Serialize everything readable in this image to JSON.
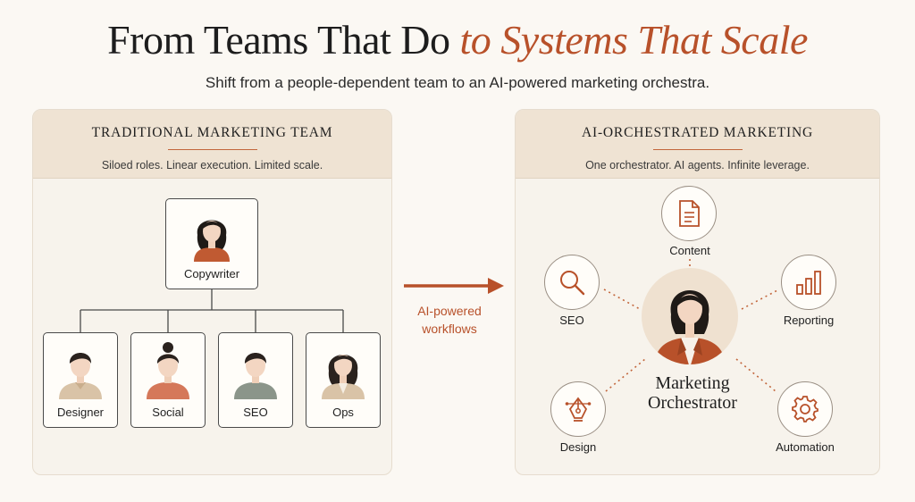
{
  "header": {
    "title_plain": "From Teams That Do",
    "title_accent": "to Systems That Scale",
    "subtitle": "Shift from a people-dependent team to an AI-powered marketing orchestra."
  },
  "left_panel": {
    "title": "TRADITIONAL MARKETING TEAM",
    "subtitle": "Siloed roles. Linear execution. Limited scale.",
    "top_role": "Copywriter",
    "roles": [
      "Designer",
      "Social",
      "SEO",
      "Ops"
    ]
  },
  "transition": {
    "label_line1": "AI-powered",
    "label_line2": "workflows"
  },
  "right_panel": {
    "title": "AI-ORCHESTRATED MARKETING",
    "subtitle": "One orchestrator. AI agents. Infinite leverage.",
    "center_line1": "Marketing",
    "center_line2": "Orchestrator",
    "agents": {
      "content": "Content",
      "seo": "SEO",
      "reporting": "Reporting",
      "design": "Design",
      "automation": "Automation"
    }
  },
  "colors": {
    "accent": "#b8512a",
    "panel_header": "#efe3d3",
    "background": "#fbf8f3"
  },
  "icons": [
    "document-icon",
    "search-icon",
    "bar-chart-icon",
    "pen-tool-icon",
    "gear-icon",
    "arrow-right-icon"
  ]
}
